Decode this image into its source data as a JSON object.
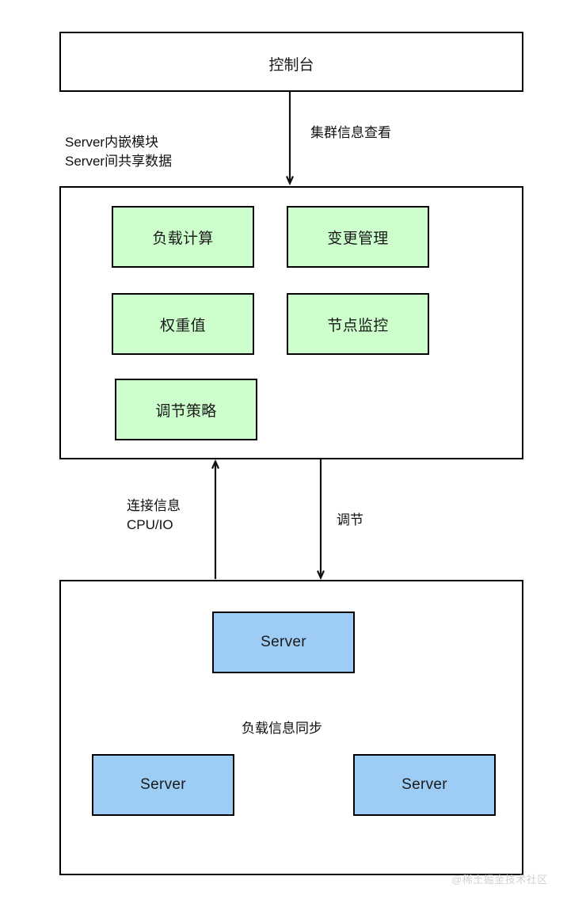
{
  "diagram": {
    "type": "architecture-flow",
    "console": {
      "label": "控制台"
    },
    "edges": {
      "console_to_module": "集群信息查看",
      "module_side_note": "Server内嵌模块\nServer间共享数据",
      "servers_to_module": "连接信息\nCPU/IO",
      "module_to_servers": "调节",
      "server_sync": "负载信息同步"
    },
    "module_container": {
      "modules": [
        {
          "label": "负载计算"
        },
        {
          "label": "变更管理"
        },
        {
          "label": "权重值"
        },
        {
          "label": "节点监控"
        },
        {
          "label": "调节策略"
        }
      ]
    },
    "server_container": {
      "servers": [
        {
          "label": "Server"
        },
        {
          "label": "Server"
        },
        {
          "label": "Server"
        }
      ]
    },
    "watermark": "@稀土掘金技术社区",
    "colors": {
      "module_fill": "#CCFFCC",
      "server_fill": "#9DCCF5",
      "stroke": "#000000",
      "background": "#FFFFFF",
      "watermark": "#D2D2D2"
    }
  }
}
